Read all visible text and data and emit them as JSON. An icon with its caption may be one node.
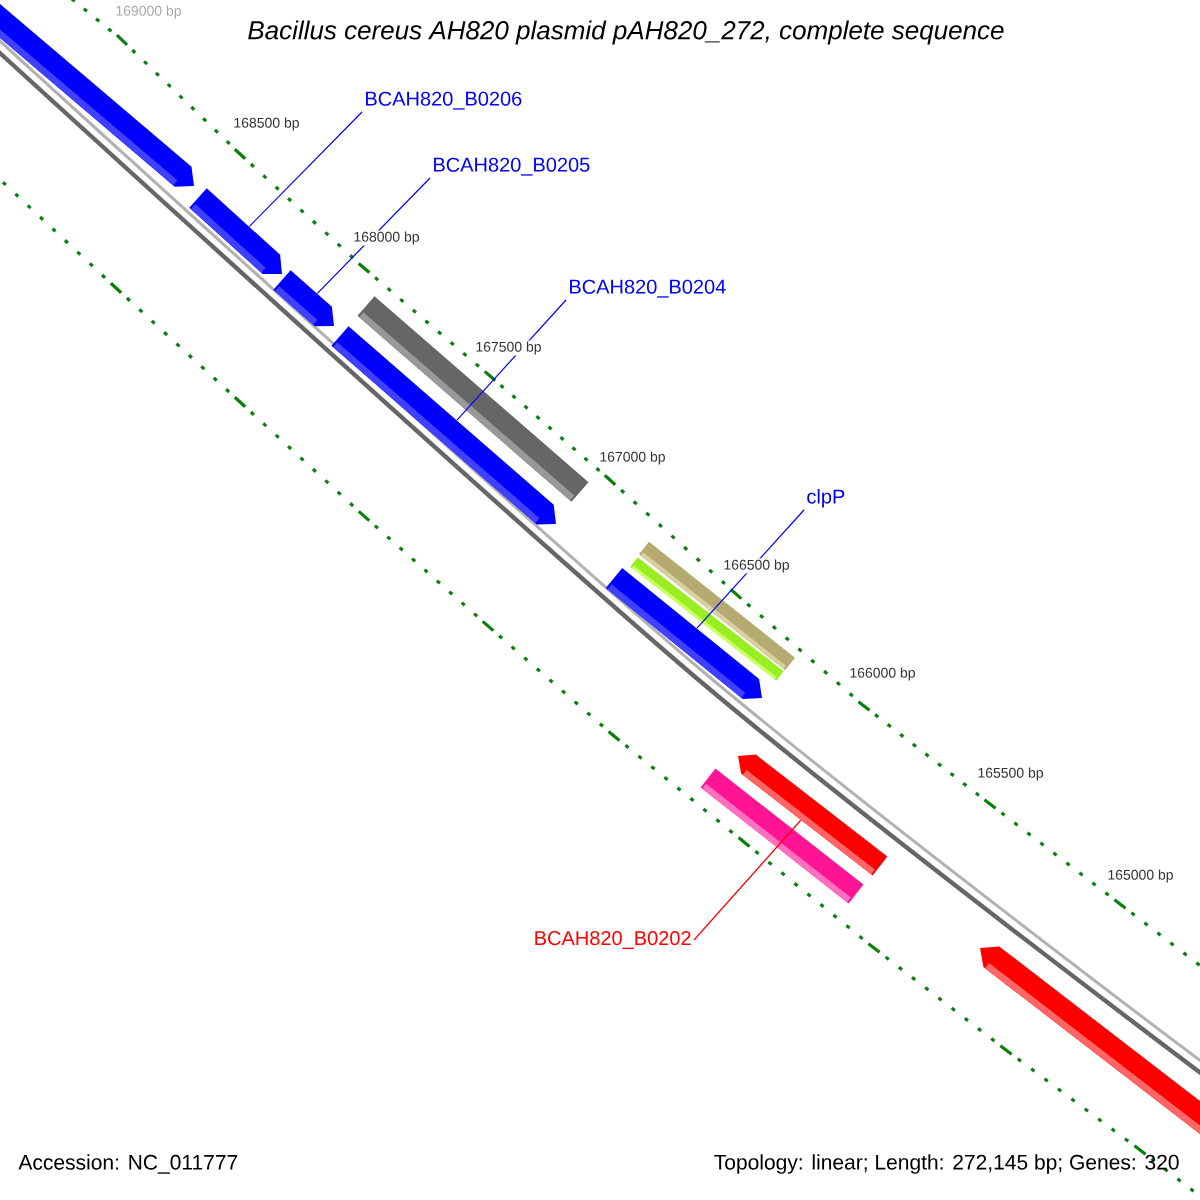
{
  "diagram": {
    "title": "Bacillus cereus AH820 plasmid pAH820_272, complete sequence",
    "nodes": [
      {
        "text": [
          "BCAH820_B0206"
        ]
      },
      {
        "text": [
          "BCAH820_B0205"
        ]
      },
      {
        "text": [
          "BCAH820_B0204"
        ]
      },
      {
        "text": [
          "clpP"
        ]
      },
      {
        "text": [
          "BCAH820_B0202"
        ]
      },
      {
        "text": [],
        "shape": "bar"
      },
      {
        "text": [],
        "shape": "bar"
      },
      {
        "text": [],
        "shape": "bar"
      },
      {
        "text": [],
        "shape": "bar"
      },
      {
        "text": [],
        "shape": "bar"
      },
      {
        "text": [],
        "shape": "bar"
      },
      {
        "text": [],
        "shape": "bar"
      },
      {
        "text": [],
        "shape": "bar"
      },
      {
        "text": [],
        "shape": "bar"
      },
      {
        "text": [],
        "shape": "bar"
      },
      {
        "text": [],
        "shape": "bar"
      }
    ],
    "edges": [
      {
        "from": 0,
        "to": 6,
        "arrow": "none"
      },
      {
        "from": 1,
        "to": 7,
        "arrow": "none"
      },
      {
        "from": 2,
        "to": 9,
        "arrow": "none"
      },
      {
        "from": 3,
        "to": 12,
        "arrow": "none"
      },
      {
        "from": 4,
        "to": 13,
        "arrow": "none",
        "color": "#ff0000"
      }
    ],
    "labels": [
      "169000 bp",
      "168500 bp",
      "168000 bp",
      "167500 bp",
      "167000 bp",
      "166500 bp",
      "166000 bp",
      "165500 bp",
      "165000 bp",
      "Accession: NC_011777",
      "Topology: linear; Length: 272,145 bp; Genes: 320"
    ]
  }
}
